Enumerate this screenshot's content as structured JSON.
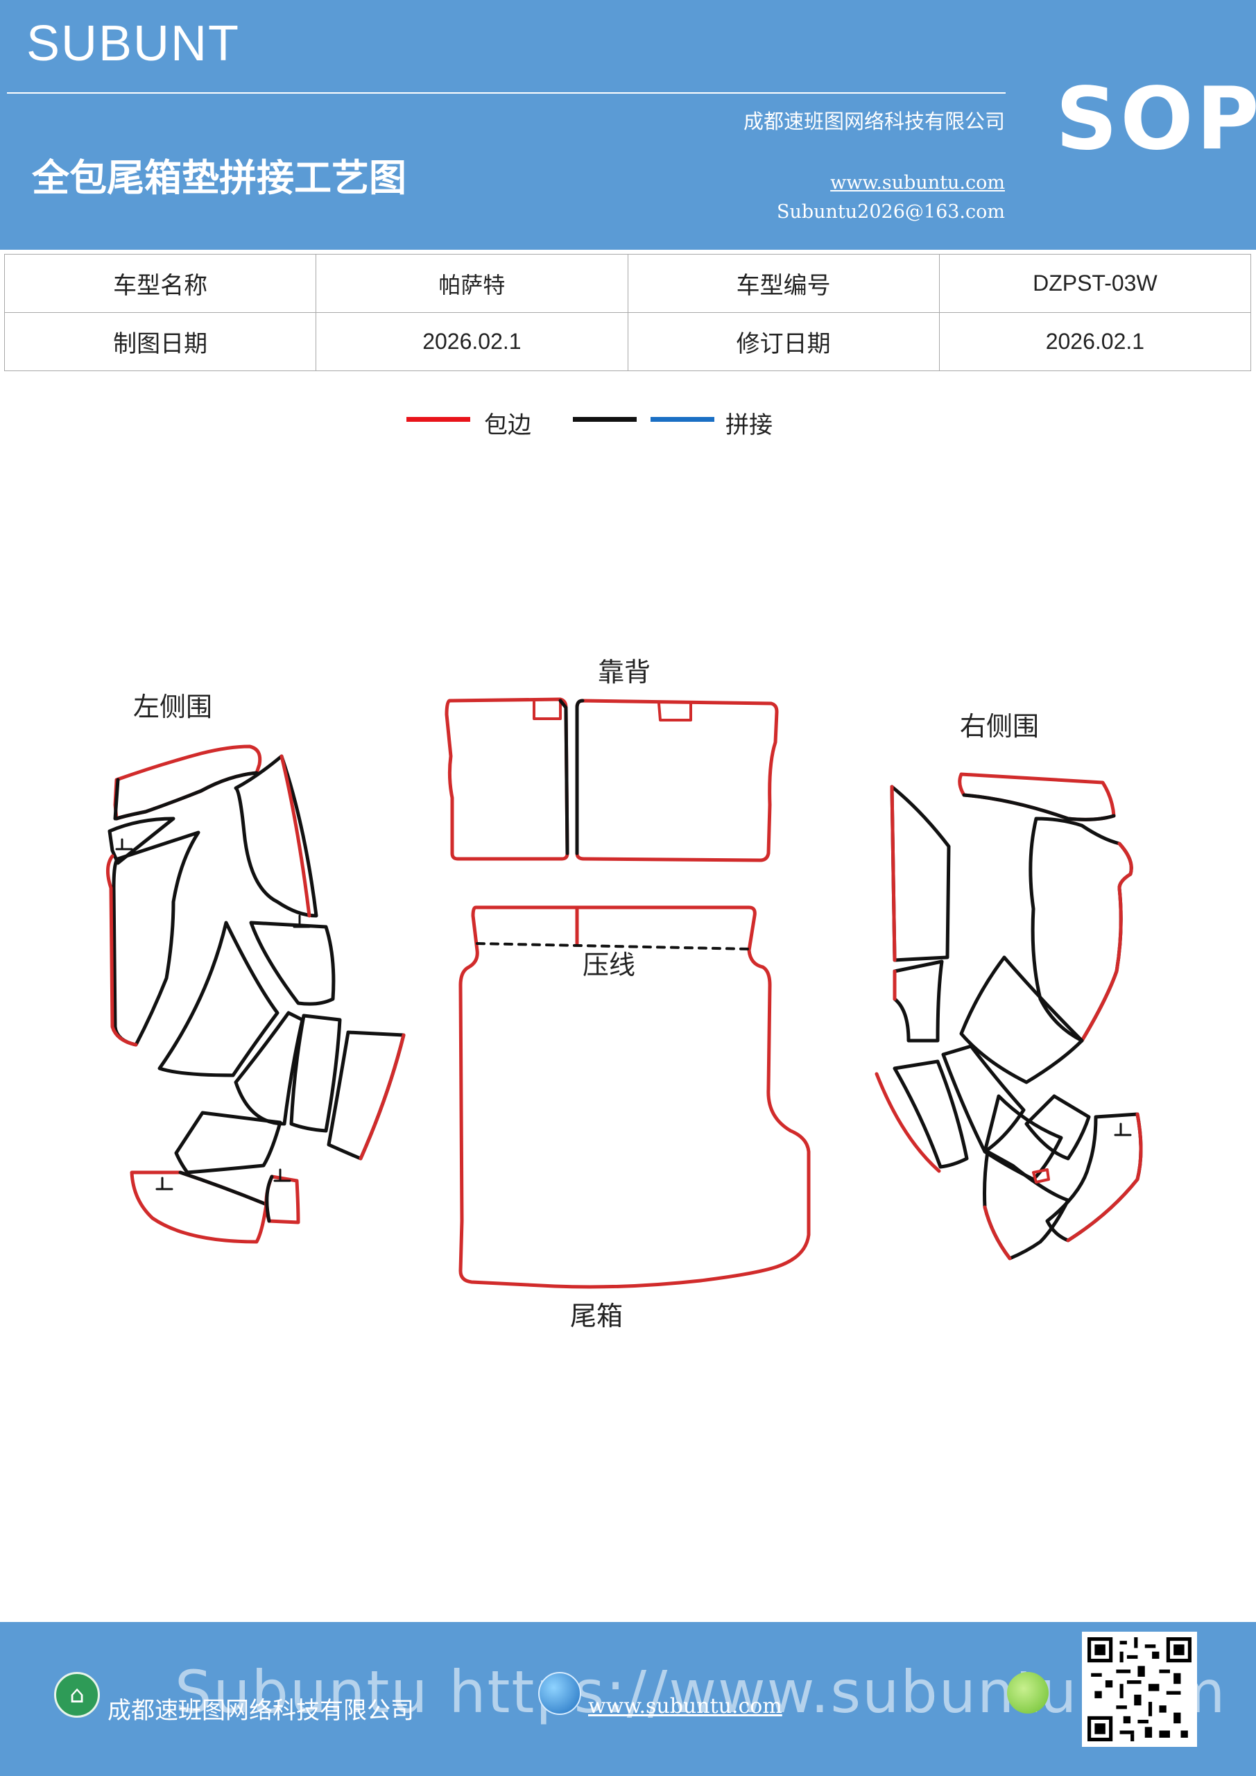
{
  "header": {
    "brand": "SUBUNT",
    "title": "全包尾箱垫拼接工艺图",
    "company": "成都速班图网络科技有限公司",
    "website": "www.subuntu.com",
    "email": "Subuntu2026@163.com",
    "badge": "SOP",
    "background_color": "#5b9bd5"
  },
  "info": {
    "rows": [
      {
        "label1": "车型名称",
        "value1": "帕萨特",
        "label2": "车型编号",
        "value2": "DZPST-03W"
      },
      {
        "label1": "制图日期",
        "value1": "2026.02.1",
        "label2": "修订日期",
        "value2": "2026.02.1"
      }
    ]
  },
  "legend": {
    "items": [
      {
        "label": "包边",
        "color": "#e8141a"
      },
      {
        "label": "",
        "color": "#111111"
      },
      {
        "label": "拼接",
        "color": "#1a6fc4"
      }
    ]
  },
  "diagram": {
    "labels": {
      "left": "左侧围",
      "back": "靠背",
      "right": "右侧围",
      "press": "压线",
      "trunk": "尾箱"
    },
    "colors": {
      "edge": "#d12b2b",
      "seam": "#111111"
    }
  },
  "footer": {
    "company": "成都速班图网络科技有限公司",
    "website": "www.subuntu.com",
    "watermark": "Subuntu https://www.subuntu.com",
    "background_color": "#5b9bd5"
  }
}
